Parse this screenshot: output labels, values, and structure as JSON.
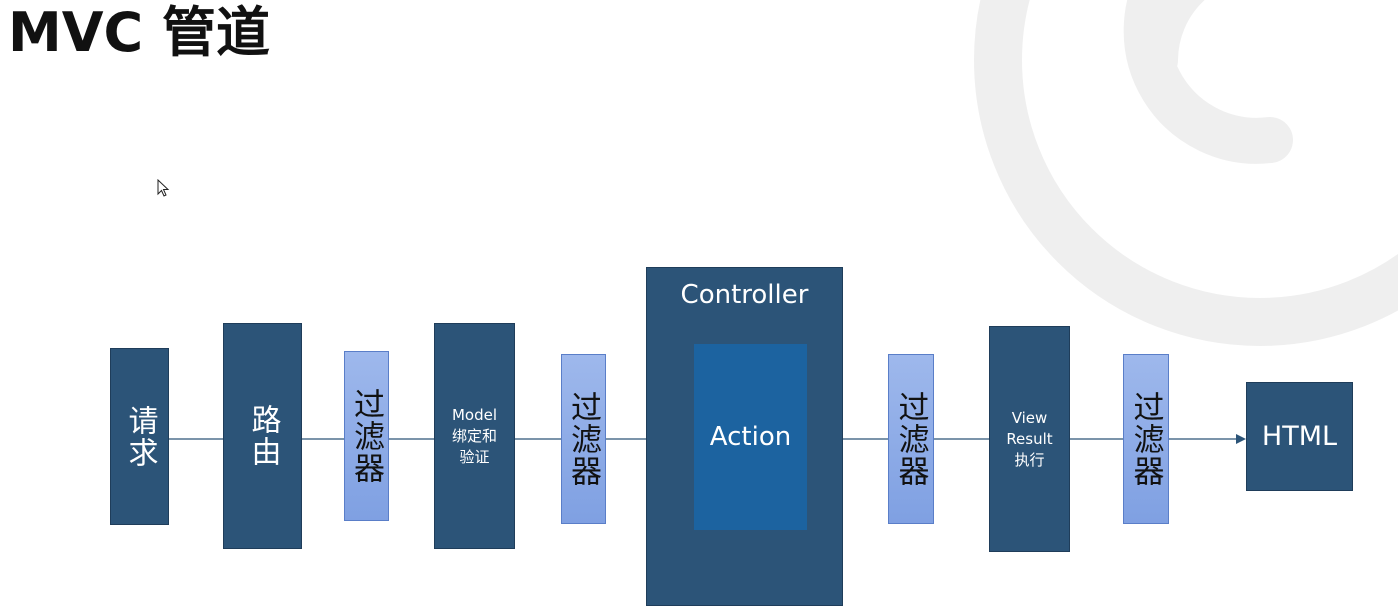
{
  "title": "MVC 管道",
  "nodes": {
    "request": "请求",
    "routing": "路由",
    "filter1": "过滤器",
    "model_binding": "Model\n绑定和\n验证",
    "filter2": "过滤器",
    "controller": "Controller",
    "action": "Action",
    "filter3": "过滤器",
    "view_result": "View\nResult\n执行",
    "filter4": "过滤器",
    "html": "HTML"
  },
  "colors": {
    "dark_block": "#2c5478",
    "action_block": "#1c63a0",
    "filter_block": "#8aa8e6",
    "connector": "#2c5478",
    "background_arc": "#eeeeee"
  }
}
